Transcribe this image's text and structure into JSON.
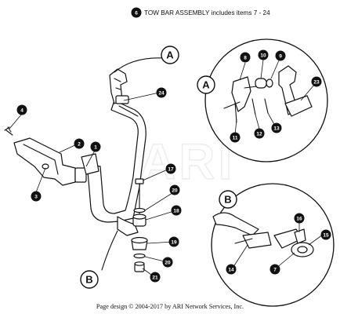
{
  "header": {
    "assembly_number": "6",
    "assembly_title": "TOW BAR ASSEMBLY includes items 7 - 24"
  },
  "watermark": "ARI",
  "detail_labels": {
    "a_main": "A",
    "a_detail": "A",
    "b_main": "B",
    "b_detail": "B"
  },
  "callouts": {
    "c1": "1",
    "c2": "2",
    "c3": "3",
    "c4": "4",
    "c7": "7",
    "c8": "8",
    "c9": "9",
    "c10": "10",
    "c11": "11",
    "c12": "12",
    "c13": "13",
    "c14": "14",
    "c15": "15",
    "c16": "16",
    "c17": "17",
    "c18": "18",
    "c19": "19",
    "c20a": "20",
    "c20b": "20",
    "c21": "21",
    "c23": "23",
    "c24": "24"
  },
  "footer": {
    "copyright": "Page design © 2004-2017 by ARI Network Services, Inc."
  }
}
